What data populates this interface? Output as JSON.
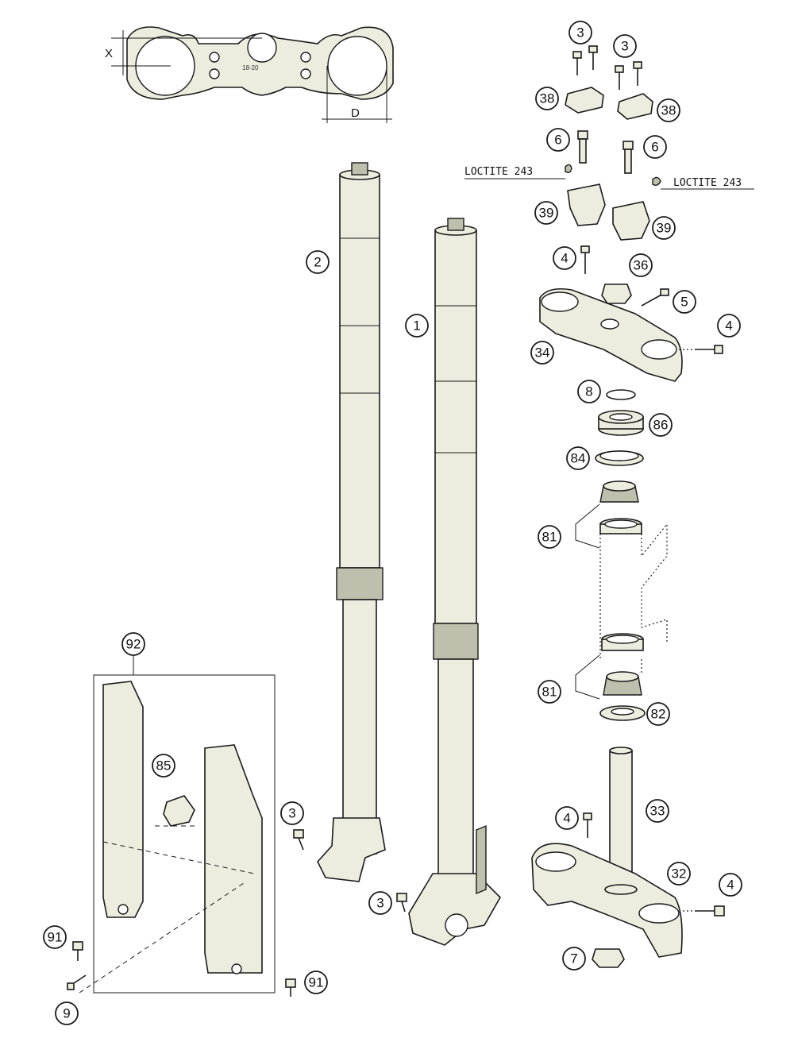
{
  "callouts": {
    "c1": "1",
    "c2": "2",
    "c3a": "3",
    "c3b": "3",
    "c3c": "3",
    "c3d": "3",
    "c4a": "4",
    "c4b": "4",
    "c4c": "4",
    "c4d": "4",
    "c5": "5",
    "c6a": "6",
    "c6b": "6",
    "c7": "7",
    "c8": "8",
    "c9": "9",
    "c32": "32",
    "c33": "33",
    "c34": "34",
    "c36": "36",
    "c38a": "38",
    "c38b": "38",
    "c39a": "39",
    "c39b": "39",
    "c81a": "81",
    "c81b": "81",
    "c82": "82",
    "c84": "84",
    "c85": "85",
    "c86": "86",
    "c91a": "91",
    "c91b": "91",
    "c92": "92"
  },
  "labels": {
    "loctite_left": "LOCTITE 243",
    "loctite_right": "LOCTITE 243",
    "dim_x": "X",
    "dim_d": "D",
    "clamp_marking": "18-20"
  }
}
